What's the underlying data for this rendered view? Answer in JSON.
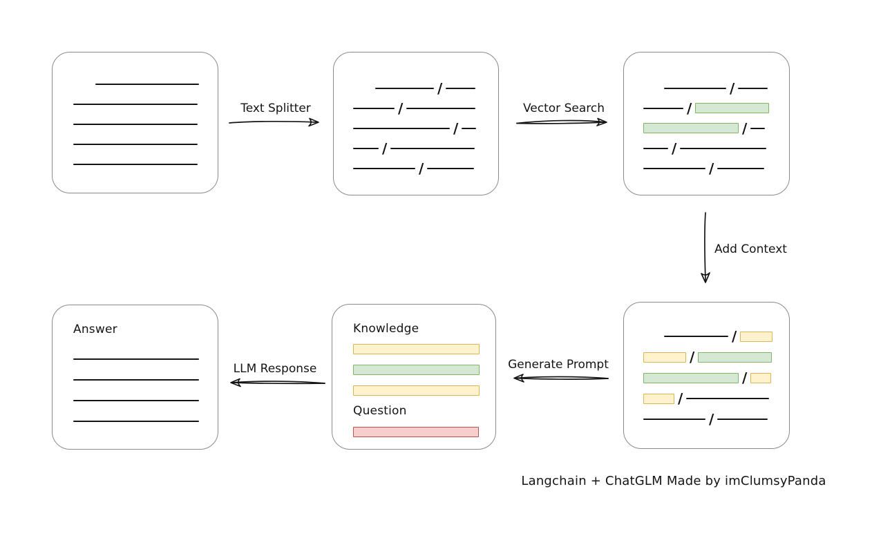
{
  "diagram": {
    "caption": "Langchain + ChatGLM Made by imClumsyPanda",
    "colors": {
      "ink": "#141414",
      "box_border": "#8a8a8a",
      "green_fill": "#d5e8d4",
      "green_border": "#82b366",
      "yellow_fill": "#fff2cc",
      "yellow_border": "#d6b656",
      "red_fill": "#f8cecc",
      "red_border": "#b85450"
    },
    "arrows": {
      "text_splitter": "Text Splitter",
      "vector_search": "Vector Search",
      "add_context": "Add Context",
      "generate_prompt": "Generate Prompt",
      "llm_response": "LLM Response"
    },
    "boxes": {
      "document": {
        "rows": [
          {
            "indent": 32,
            "segments": [
              {
                "kind": "line",
                "w": 150
              }
            ]
          },
          {
            "segments": [
              {
                "kind": "line",
                "w": 180
              }
            ]
          },
          {
            "segments": [
              {
                "kind": "line",
                "w": 180
              }
            ]
          },
          {
            "segments": [
              {
                "kind": "line",
                "w": 180
              }
            ]
          },
          {
            "segments": [
              {
                "kind": "line",
                "w": 180
              }
            ]
          }
        ]
      },
      "chunks": {
        "rows": [
          {
            "indent": 32,
            "segments": [
              {
                "kind": "line",
                "w": 85
              },
              {
                "kind": "slash"
              },
              {
                "kind": "line",
                "w": 43
              }
            ]
          },
          {
            "segments": [
              {
                "kind": "line",
                "w": 60
              },
              {
                "kind": "slash"
              },
              {
                "kind": "line",
                "w": 100
              }
            ]
          },
          {
            "segments": [
              {
                "kind": "line",
                "w": 140
              },
              {
                "kind": "slash"
              },
              {
                "kind": "line",
                "w": 21
              }
            ]
          },
          {
            "segments": [
              {
                "kind": "line",
                "w": 37
              },
              {
                "kind": "slash"
              },
              {
                "kind": "line",
                "w": 122
              }
            ]
          },
          {
            "segments": [
              {
                "kind": "line",
                "w": 90
              },
              {
                "kind": "slash"
              },
              {
                "kind": "line",
                "w": 68
              }
            ]
          }
        ]
      },
      "matched_chunks": {
        "rows": [
          {
            "indent": 30,
            "segments": [
              {
                "kind": "line",
                "w": 90
              },
              {
                "kind": "slash"
              },
              {
                "kind": "line",
                "w": 43
              }
            ]
          },
          {
            "segments": [
              {
                "kind": "line",
                "w": 58
              },
              {
                "kind": "slash"
              },
              {
                "kind": "bar",
                "color": "green",
                "w": 107
              }
            ]
          },
          {
            "segments": [
              {
                "kind": "bar",
                "color": "green",
                "w": 138
              },
              {
                "kind": "slash"
              },
              {
                "kind": "line",
                "w": 21
              }
            ]
          },
          {
            "segments": [
              {
                "kind": "line",
                "w": 36
              },
              {
                "kind": "slash"
              },
              {
                "kind": "line",
                "w": 125
              }
            ]
          },
          {
            "segments": [
              {
                "kind": "line",
                "w": 90
              },
              {
                "kind": "slash"
              },
              {
                "kind": "line",
                "w": 68
              }
            ]
          }
        ]
      },
      "context_chunks": {
        "rows": [
          {
            "indent": 30,
            "segments": [
              {
                "kind": "line",
                "w": 93
              },
              {
                "kind": "slash"
              },
              {
                "kind": "bar",
                "color": "yellow",
                "w": 47
              }
            ]
          },
          {
            "segments": [
              {
                "kind": "bar",
                "color": "yellow",
                "w": 62
              },
              {
                "kind": "slash"
              },
              {
                "kind": "bar",
                "color": "green",
                "w": 107
              }
            ]
          },
          {
            "segments": [
              {
                "kind": "bar",
                "color": "green",
                "w": 138
              },
              {
                "kind": "slash"
              },
              {
                "kind": "bar",
                "color": "yellow",
                "w": 30
              }
            ]
          },
          {
            "segments": [
              {
                "kind": "bar",
                "color": "yellow",
                "w": 45
              },
              {
                "kind": "slash"
              },
              {
                "kind": "line",
                "w": 120
              }
            ]
          },
          {
            "segments": [
              {
                "kind": "line",
                "w": 90
              },
              {
                "kind": "slash"
              },
              {
                "kind": "line",
                "w": 73
              }
            ]
          }
        ]
      },
      "prompt": {
        "rows": [
          {
            "h": 28,
            "segments": [
              {
                "kind": "heading",
                "text": "Knowledge",
                "name": "knowledge-label"
              }
            ]
          },
          {
            "h": 30,
            "segments": [
              {
                "kind": "bar",
                "color": "yellow",
                "w": 183
              }
            ]
          },
          {
            "h": 30,
            "segments": [
              {
                "kind": "bar",
                "color": "green",
                "w": 183
              }
            ]
          },
          {
            "h": 30,
            "segments": [
              {
                "kind": "bar",
                "color": "yellow",
                "w": 183
              }
            ]
          },
          {
            "h": 30,
            "segments": [
              {
                "kind": "heading",
                "text": "Question",
                "name": "question-label"
              }
            ]
          },
          {
            "h": 30,
            "segments": [
              {
                "kind": "bar",
                "color": "red",
                "w": 182
              }
            ]
          }
        ]
      },
      "answer": {
        "rows": [
          {
            "h": 28,
            "mb": 14,
            "segments": [
              {
                "kind": "heading",
                "text": "Answer",
                "name": "answer-label"
              }
            ]
          },
          {
            "h": 30,
            "segments": [
              {
                "kind": "line",
                "w": 182
              }
            ]
          },
          {
            "h": 30,
            "segments": [
              {
                "kind": "line",
                "w": 182
              }
            ]
          },
          {
            "h": 30,
            "segments": [
              {
                "kind": "line",
                "w": 182
              }
            ]
          },
          {
            "h": 30,
            "segments": [
              {
                "kind": "line",
                "w": 182
              }
            ]
          }
        ]
      }
    }
  }
}
